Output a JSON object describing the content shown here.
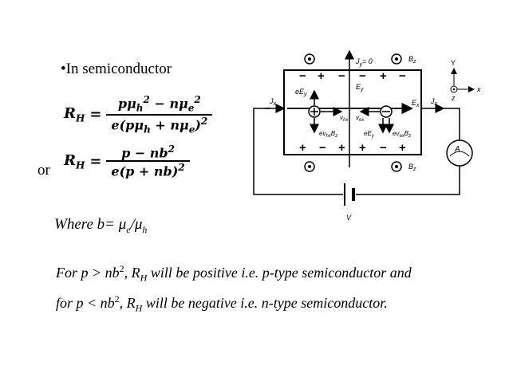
{
  "slide": {
    "bullet": "•In semiconductor",
    "formula1": {
      "lhs": "R",
      "lhs_sub": "H",
      "eq": "=",
      "num": "pμ",
      "num_sub": "h",
      "num_sup": "2",
      "num_mid": " − nμ",
      "num_sub2": "e",
      "num_sup2": "2",
      "den": "e(pμ",
      "den_sub": "h",
      "den_mid": " + nμ",
      "den_sub2": "e",
      "den_end": ")",
      "den_sup": "2"
    },
    "or_label": "or",
    "formula2": {
      "lhs": "R",
      "lhs_sub": "H",
      "eq": "=",
      "num": "p − nb",
      "num_sup": "2",
      "den": "e(p + nb)",
      "den_sup": "2"
    },
    "where": {
      "text": "Where  b= μ",
      "sub1": "e",
      "mid": "/μ",
      "sub2": "h"
    },
    "para": {
      "l1_a": "For p > nb",
      "l1_sup": "2",
      "l1_b": ", R",
      "l1_sub": "H",
      "l1_c": " will be positive i.e. p-type semiconductor  and",
      "l2_a": "for p < nb",
      "l2_sup": "2",
      "l2_b": ", R",
      "l2_sub": "H",
      "l2_c": " will be negative i.e. n-type semiconductor."
    }
  },
  "diagram": {
    "jy_label": "J",
    "jy_sub": "y",
    "jy_value": "= 0",
    "bz_label": "B",
    "bz_sub": "z",
    "jx_label": "J",
    "jx_sub": "x",
    "ex_label": "E",
    "ex_sub": "x",
    "ey_label": "E",
    "ey_sub": "y",
    "eey_label": "eE",
    "eey_sub": "y",
    "vhx_label": "v",
    "vhx_sub": "hx",
    "vex_label": "v",
    "vex_sub": "ex",
    "evhx_label": "ev",
    "evhx_sub": "hx",
    "evhx_b": "B",
    "evhx_bsub": "z",
    "evex_label": "ev",
    "evex_sub": "ex",
    "evex_b": "B",
    "evex_bsub": "z",
    "ammeter": "A",
    "voltage": "V",
    "axis_x": "x",
    "axis_y": "Y",
    "axis_z": "z",
    "top_charges": [
      "−",
      "+",
      "−",
      "−",
      "+",
      "−"
    ],
    "bottom_charges": [
      "+",
      "−",
      "+",
      "+",
      "−",
      "+"
    ],
    "top_value_zero": "0"
  }
}
